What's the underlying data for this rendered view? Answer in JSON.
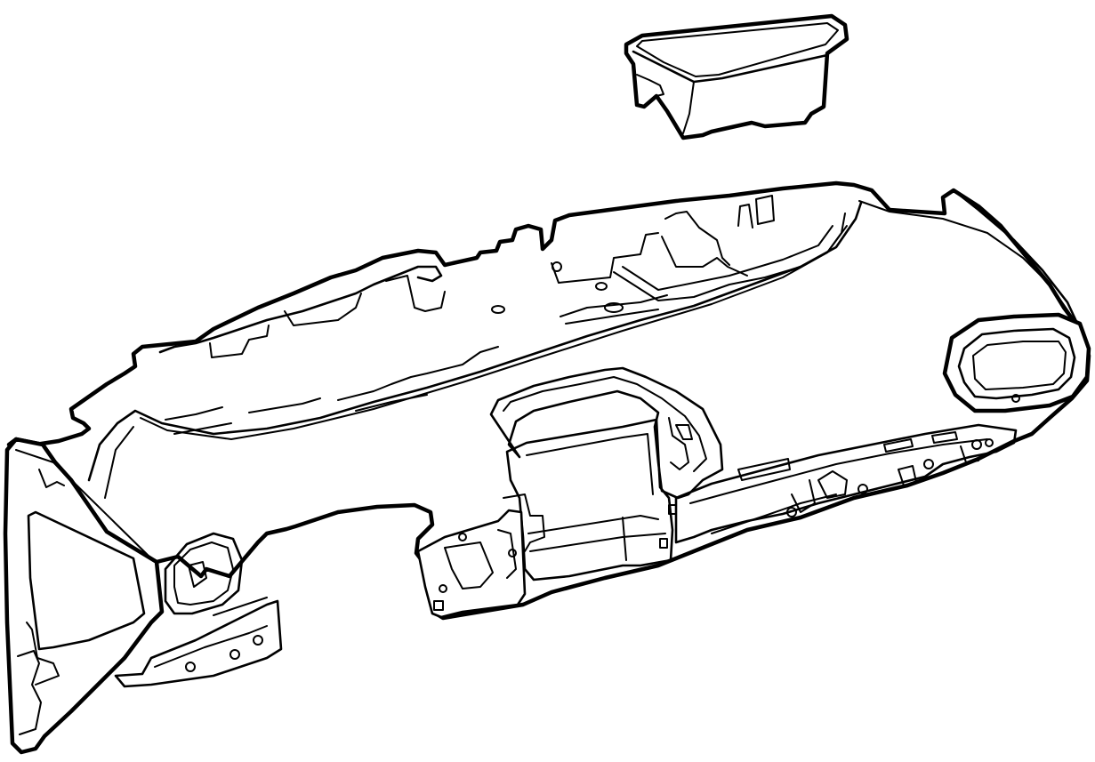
{
  "diagram": {
    "type": "parts-line-drawing",
    "parts": [
      {
        "id": "storage-bin",
        "icon": "storage-bin-drawing"
      },
      {
        "id": "instrument-panel",
        "icon": "instrument-panel-drawing"
      }
    ],
    "colors": {
      "ink": "#000000",
      "background": "#ffffff"
    }
  }
}
